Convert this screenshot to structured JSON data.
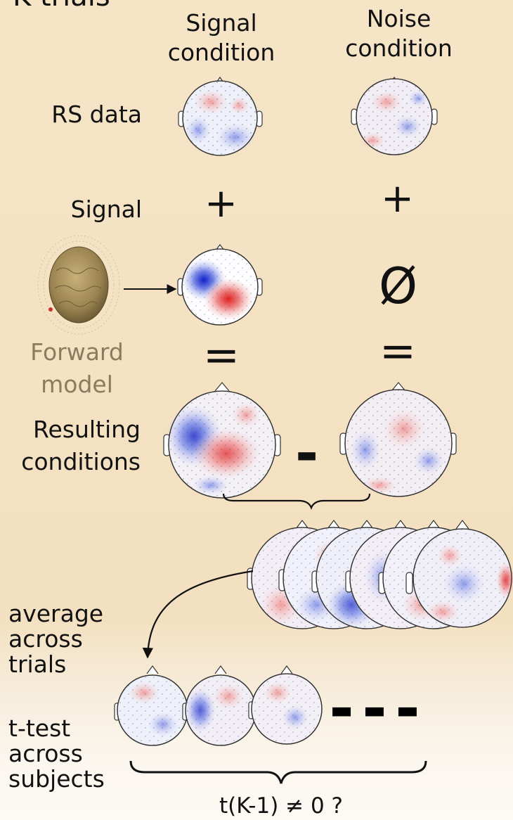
{
  "header": {
    "title_partial": "K trials"
  },
  "columns": {
    "signal_header": "Signal\ncondition",
    "noise_header": "Noise\ncondition"
  },
  "rows": {
    "rs_data": "RS data",
    "signal": "Signal",
    "forward_model": "Forward\nmodel",
    "resulting": "Resulting\nconditions",
    "average": "average\nacross\ntrials",
    "ttest": "t-test\nacross\nsubjects"
  },
  "operators": {
    "plus": "+",
    "empty_set": "Ø",
    "equals": "=",
    "minus": "-",
    "ellipsis": "▬ ▬ ▬"
  },
  "result_formula": "t(K-1) ≠ 0 ?",
  "colors": {
    "positive": "#e23a3a",
    "negative": "#2a3fd6",
    "forward_model_text": "#8e7a60",
    "brain": "#a08a5a"
  }
}
